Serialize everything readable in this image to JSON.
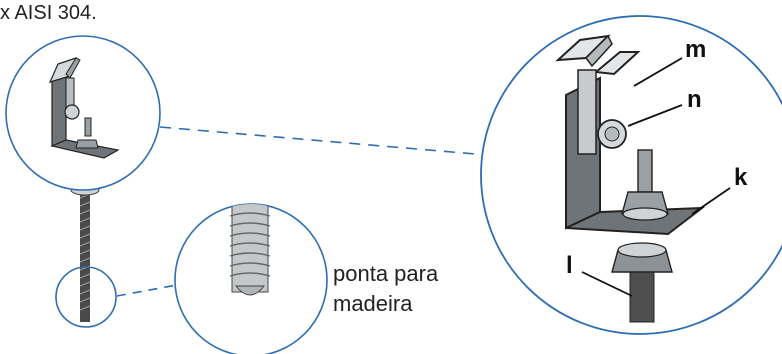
{
  "caption": "x AISI 304.",
  "callout": {
    "line1": "ponta para",
    "line2": "madeira"
  },
  "labels": {
    "m": "m",
    "n": "n",
    "k": "k",
    "l": "l"
  },
  "colors": {
    "circle": "#2f6db3",
    "steel": "#9aa0a4",
    "bracket": "#6f7478",
    "dark": "#2b2b2b",
    "text": "#222222"
  }
}
